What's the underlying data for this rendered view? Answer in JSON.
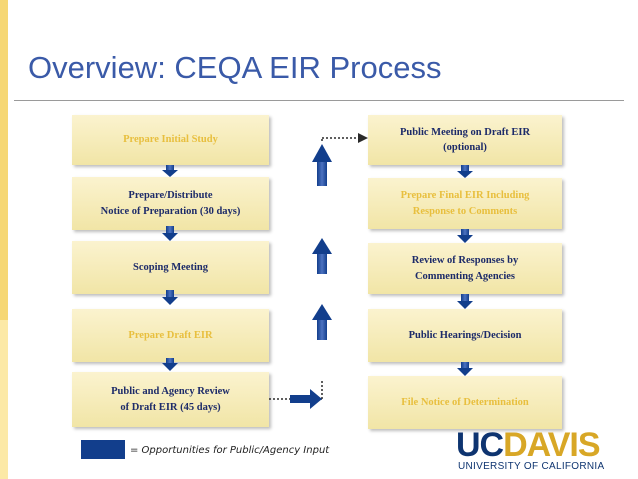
{
  "title": "Overview: CEQA EIR Process",
  "left_column": [
    {
      "lines": [
        "Prepare Initial Study"
      ],
      "style": "gold"
    },
    {
      "lines": [
        "Prepare/Distribute",
        "Notice of Preparation (30 days)"
      ],
      "style": "navy"
    },
    {
      "lines": [
        "Scoping Meeting"
      ],
      "style": "navy"
    },
    {
      "lines": [
        "Prepare Draft EIR"
      ],
      "style": "gold"
    },
    {
      "lines": [
        "Public and Agency Review",
        "of Draft EIR (45 days)"
      ],
      "style": "navy"
    }
  ],
  "right_column": [
    {
      "lines": [
        "Public Meeting on Draft EIR",
        "(optional)"
      ],
      "style": "navy"
    },
    {
      "lines": [
        "Prepare Final EIR Including",
        "Response to Comments"
      ],
      "style": "gold"
    },
    {
      "lines": [
        "Review of Responses by",
        "Commenting Agencies"
      ],
      "style": "navy"
    },
    {
      "lines": [
        "Public Hearings/Decision"
      ],
      "style": "navy"
    },
    {
      "lines": [
        "File Notice of Determination"
      ],
      "style": "gold"
    }
  ],
  "legend": {
    "text": "= Opportunities for Public/Agency Input",
    "color": "#123e8c"
  },
  "logo": {
    "main_uc": "UC",
    "main_davis": "DAVIS",
    "sub": "UNIVERSITY OF CALIFORNIA"
  },
  "colors": {
    "navy_text": "#1d2b69",
    "gold_text": "#e8bf3e",
    "box_fill": "#f6ecbd",
    "arrow_blue": "#123e8c",
    "title_blue": "#3a5aa8"
  }
}
